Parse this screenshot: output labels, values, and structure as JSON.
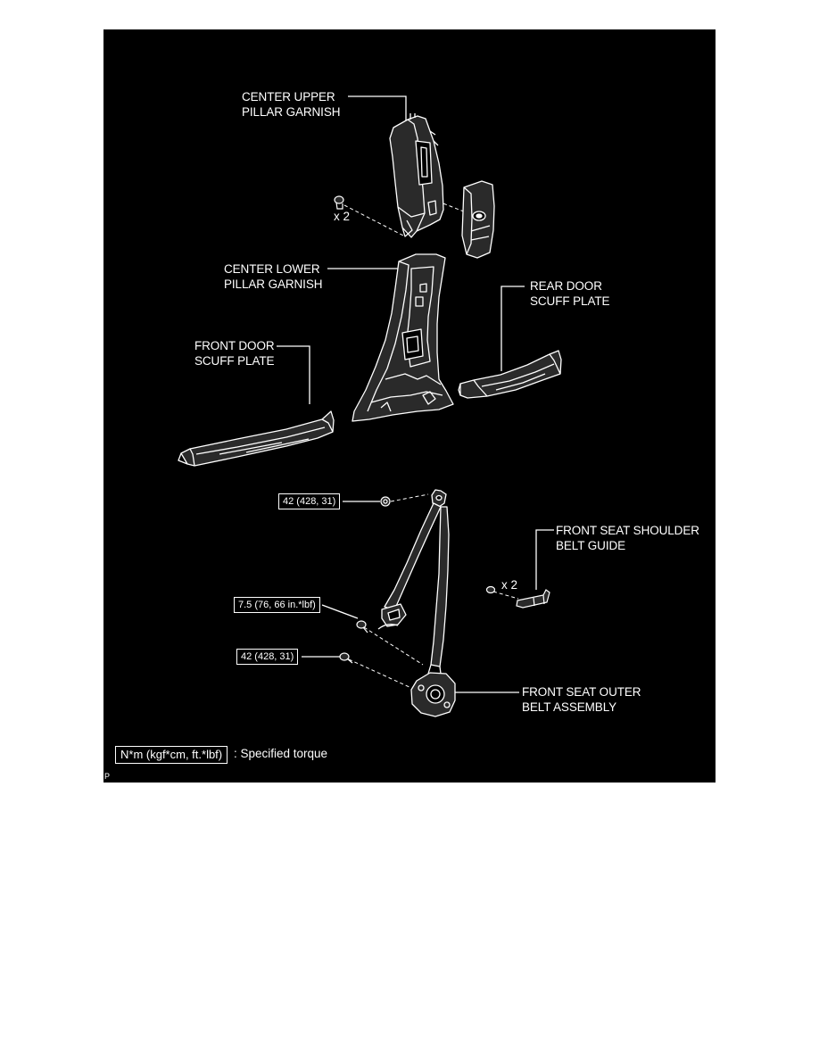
{
  "labels": {
    "center_upper": "CENTER UPPER\nPILLAR GARNISH",
    "center_lower": "CENTER LOWER\nPILLAR GARNISH",
    "front_door": "FRONT DOOR\nSCUFF PLATE",
    "rear_door": "REAR DOOR\nSCUFF PLATE",
    "shoulder_guide": "FRONT SEAT SHOULDER\nBELT GUIDE",
    "outer_belt": "FRONT SEAT OUTER\nBELT ASSEMBLY"
  },
  "quantities": {
    "upper_clips": "x 2",
    "guide_bolts": "x 2"
  },
  "torques": {
    "anchor_top": "42 (428, 31)",
    "bolt_middle": "7.5 (76, 66 in.*lbf)",
    "retractor_bolt": "42 (428, 31)"
  },
  "legend": {
    "box": "N*m (kgf*cm, ft.*lbf)",
    "text": ": Specified torque"
  },
  "corner_mark": "P",
  "colors": {
    "background": "#000000",
    "ink": "#ffffff",
    "part_shade": "#2a2a2a"
  }
}
